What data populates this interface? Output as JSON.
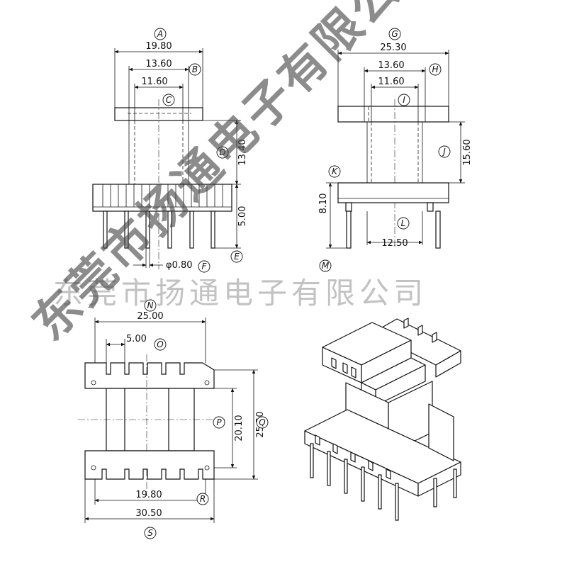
{
  "watermark": {
    "line": "东莞市扬通电子有限公司",
    "diagonal": "东莞市扬通电子有限公司"
  },
  "front_view": {
    "dims": [
      "19.80",
      "13.60",
      "11.60",
      "13.40",
      "5.00",
      "φ0.80"
    ],
    "labels": [
      "A",
      "B",
      "C",
      "D",
      "E",
      "F"
    ]
  },
  "side_view": {
    "dims": [
      "25.30",
      "13.60",
      "11.60",
      "15.60",
      "8.10",
      "12.50"
    ],
    "labels": [
      "G",
      "H",
      "I",
      "J",
      "K",
      "L",
      "M"
    ]
  },
  "top_view": {
    "dims": [
      "25.00",
      "5.00",
      "20.10",
      "25.50",
      "19.80",
      "30.50"
    ],
    "labels": [
      "N",
      "O",
      "P",
      "Q",
      "R",
      "S"
    ]
  }
}
